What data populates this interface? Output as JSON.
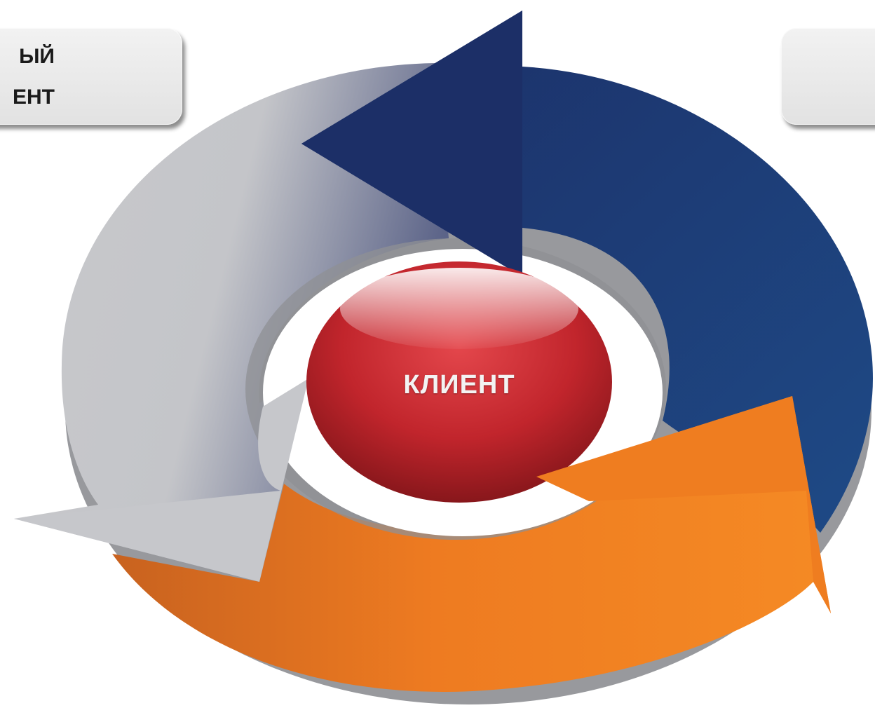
{
  "diagram": {
    "center_label": "КЛИЕНТ",
    "left_box_lines": [
      "ЫЙ",
      "ЕНТ"
    ],
    "right_box_lines": [
      ""
    ],
    "colors": {
      "navy_arrow": "#1f3d73",
      "orange_arrow": "#f07f1f",
      "gray_arrow": "#c9cacd",
      "center_sphere": "#c2262b",
      "box_fill": "#ebebeb"
    }
  }
}
